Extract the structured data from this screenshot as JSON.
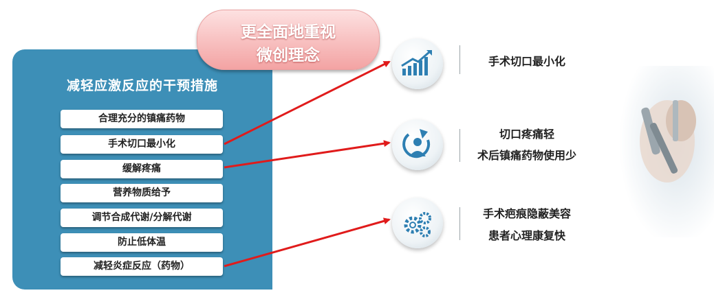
{
  "banner": {
    "line1": "更全面地重视",
    "line2": "微创理念"
  },
  "panel": {
    "title": "减轻应激反应的干预措施",
    "items": [
      "合理充分的镇痛药物",
      "手术切口最小化",
      "缓解疼痛",
      "营养物质给予",
      "调节合成代谢/分解代谢",
      "防止低体温",
      "减轻炎症反应（药物）"
    ]
  },
  "benefits": [
    {
      "icon": "chart-growth-icon",
      "lines": [
        "手术切口最小化"
      ]
    },
    {
      "icon": "person-refresh-icon",
      "lines": [
        "切口疼痛轻",
        "术后镇痛药物使用少"
      ]
    },
    {
      "icon": "gears-icon",
      "lines": [
        "手术疤痕隐蔽美容",
        "患者心理康复快"
      ]
    }
  ],
  "colors": {
    "panel": "#3d8fb7",
    "arrow": "#e01b1b",
    "icon": "#2e7fb2",
    "banner": "#f3a3a3"
  }
}
